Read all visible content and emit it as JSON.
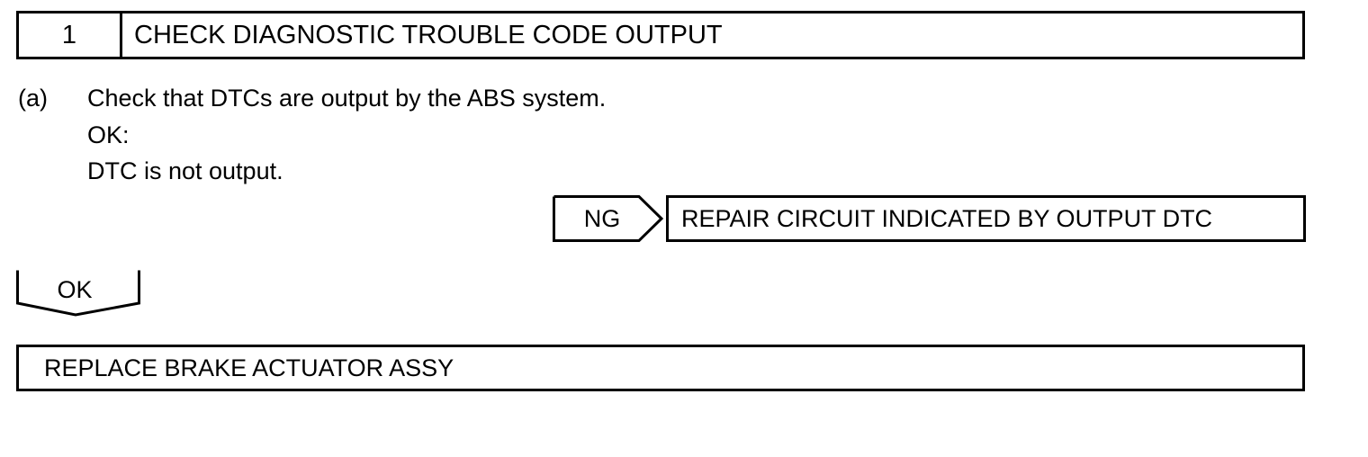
{
  "step": {
    "number": "1",
    "title": "CHECK DIAGNOSTIC TROUBLE CODE OUTPUT"
  },
  "instruction": {
    "marker": "(a)",
    "text": "Check that DTCs are output by the ABS system.",
    "ok_label": "OK:",
    "ok_condition": "DTC is not output."
  },
  "ng_branch": {
    "label": "NG",
    "action": "REPAIR CIRCUIT INDICATED BY OUTPUT DTC"
  },
  "ok_branch": {
    "label": "OK",
    "action": "REPLACE BRAKE ACTUATOR ASSY"
  }
}
